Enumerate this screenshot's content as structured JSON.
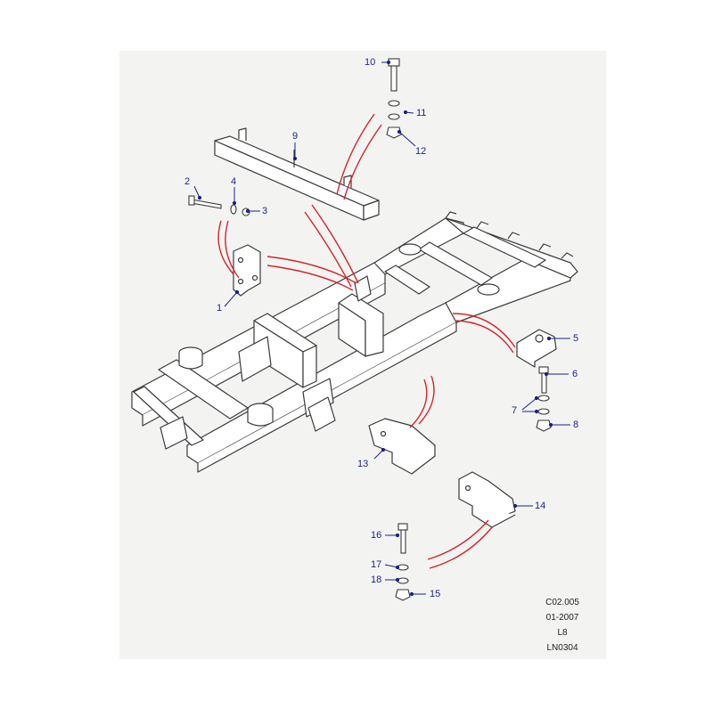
{
  "diagram": {
    "callouts": [
      {
        "id": "1",
        "label": "1"
      },
      {
        "id": "2",
        "label": "2"
      },
      {
        "id": "3",
        "label": "3"
      },
      {
        "id": "4",
        "label": "4"
      },
      {
        "id": "5",
        "label": "5"
      },
      {
        "id": "6",
        "label": "6"
      },
      {
        "id": "7",
        "label": "7"
      },
      {
        "id": "8",
        "label": "8"
      },
      {
        "id": "9",
        "label": "9"
      },
      {
        "id": "10",
        "label": "10"
      },
      {
        "id": "11",
        "label": "11"
      },
      {
        "id": "12",
        "label": "12"
      },
      {
        "id": "13",
        "label": "13"
      },
      {
        "id": "14",
        "label": "14"
      },
      {
        "id": "15",
        "label": "15"
      },
      {
        "id": "16",
        "label": "16"
      },
      {
        "id": "17",
        "label": "17"
      },
      {
        "id": "18",
        "label": "18"
      }
    ],
    "footer": {
      "code": "C02.005",
      "date": "01-2007",
      "page": "L8",
      "ref": "LN0304"
    },
    "colors": {
      "background_panel": "#f3f4f2",
      "line": "#3a3a3a",
      "leader": "#d4242a",
      "callout_text": "#1a1f8c"
    }
  }
}
